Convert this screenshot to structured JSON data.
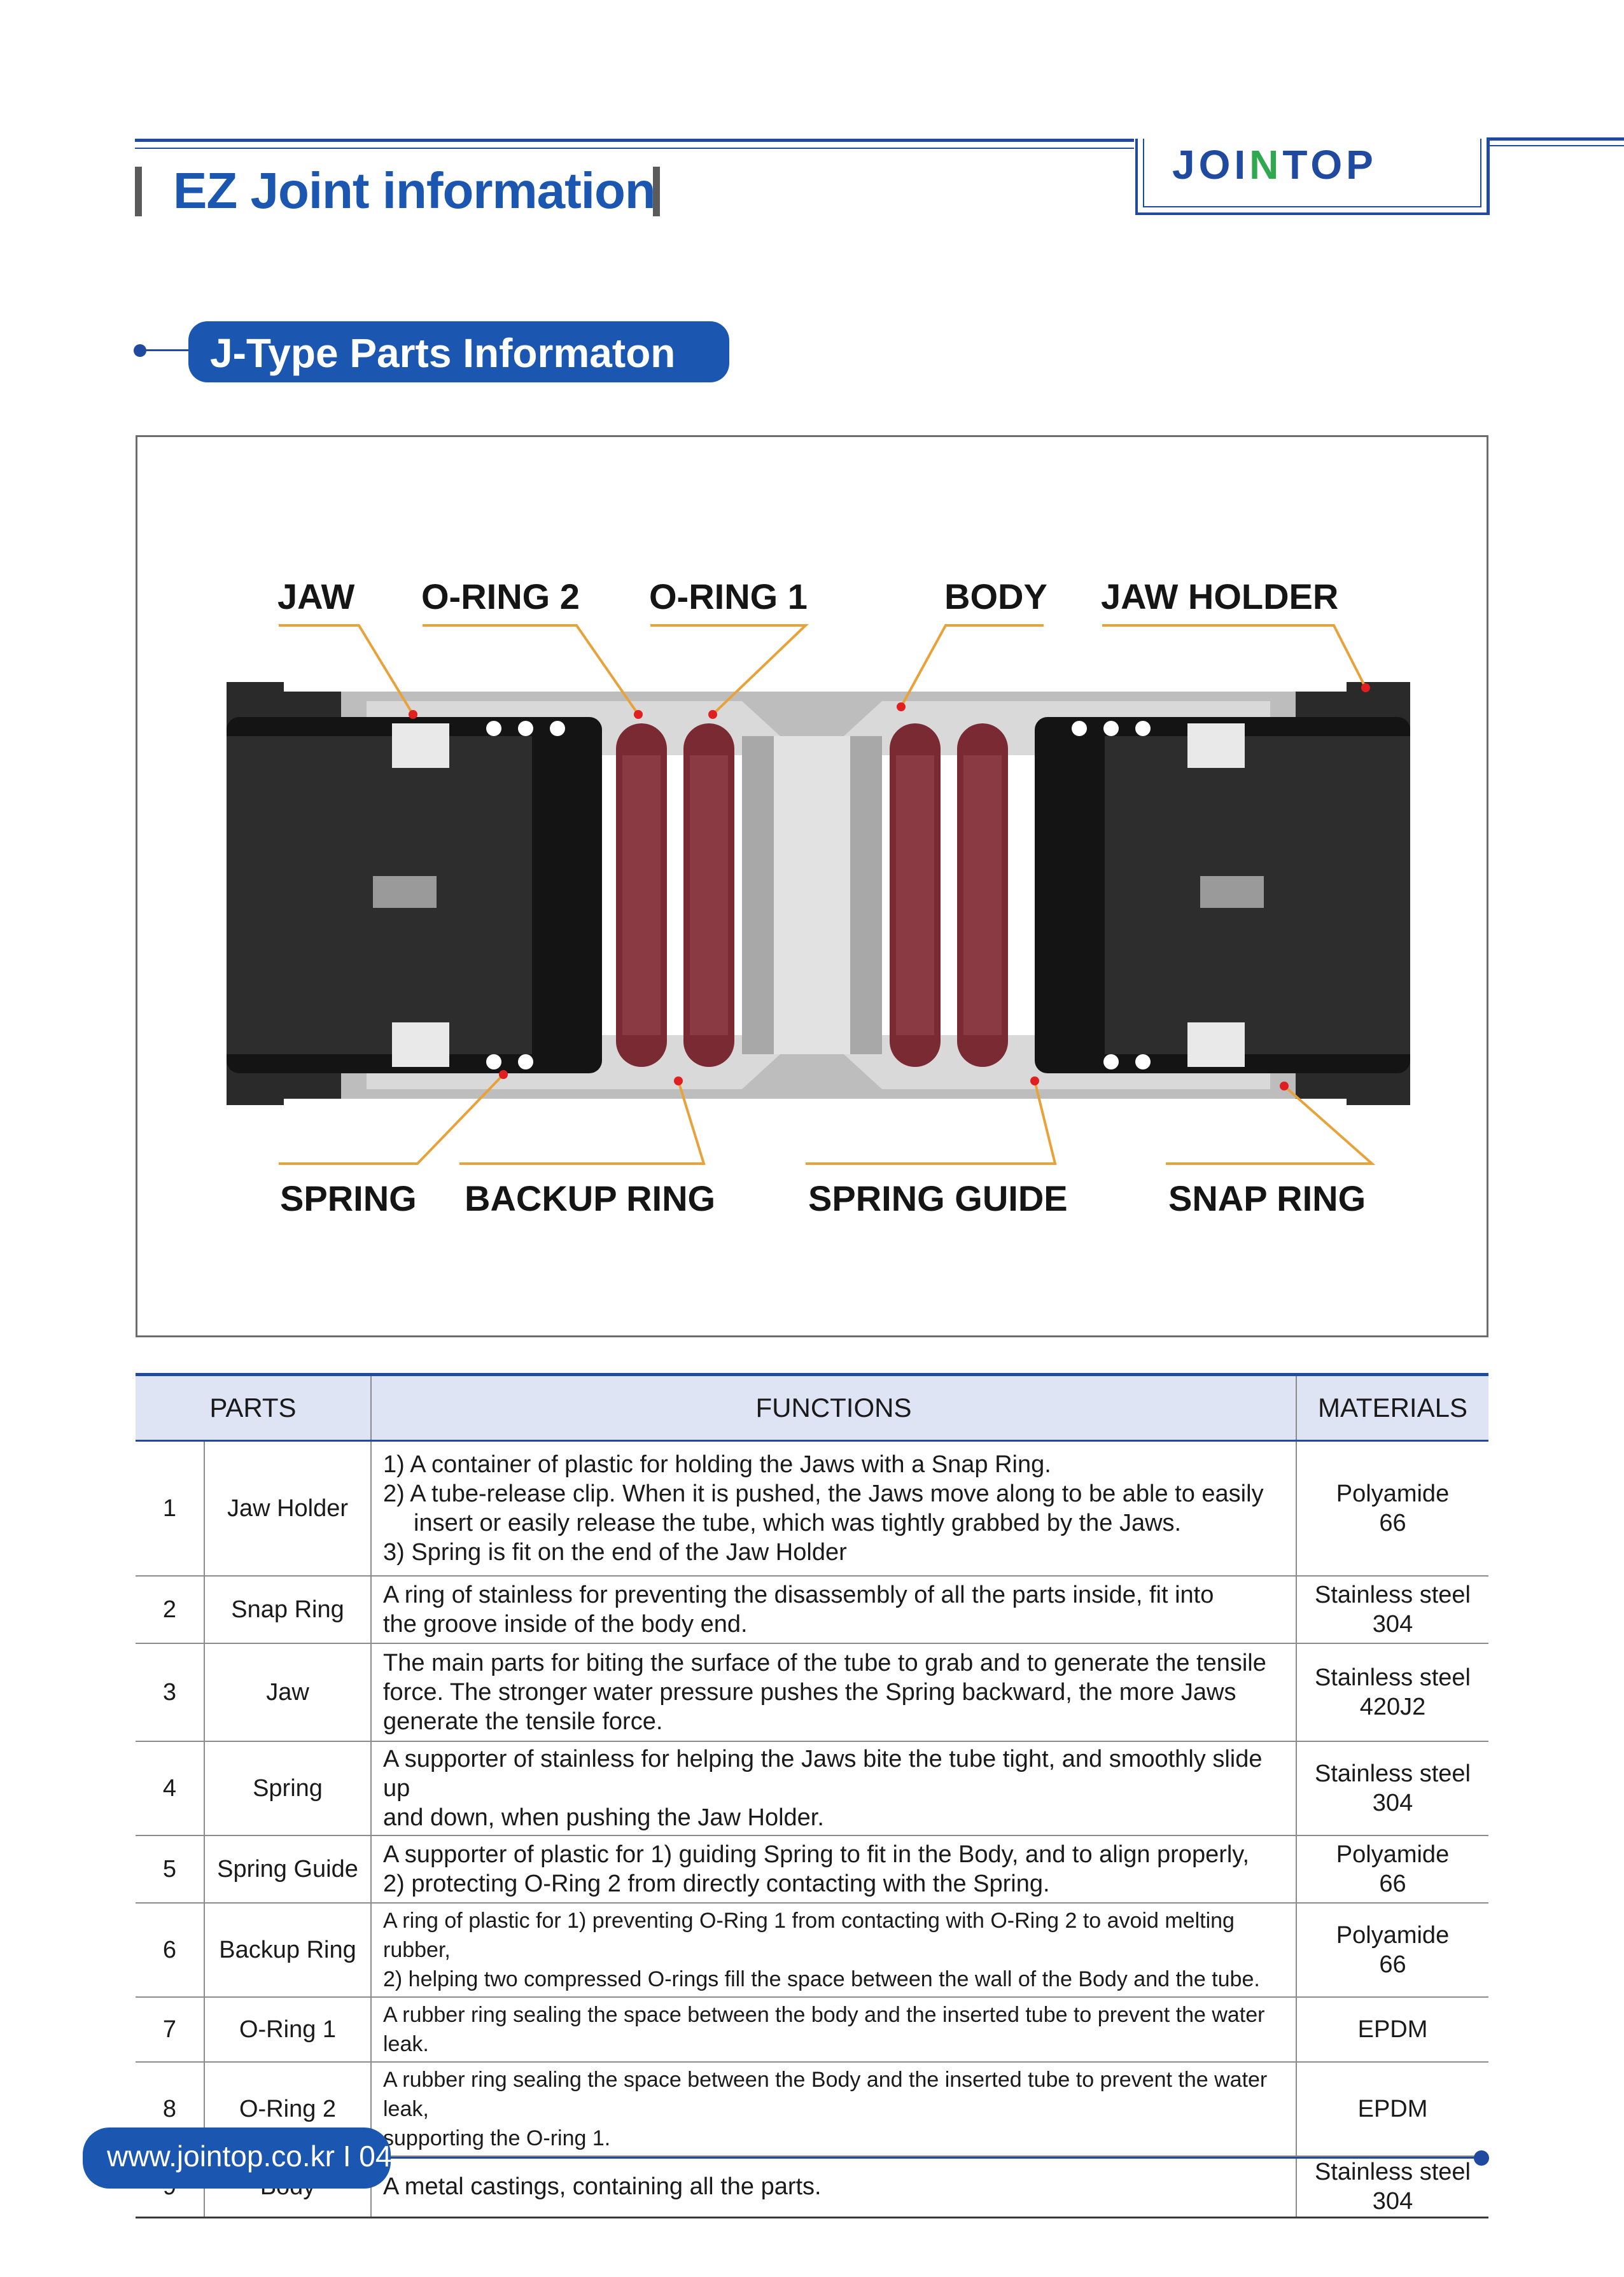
{
  "header": {
    "title": "EZ Joint information",
    "logo_pre": "JOI",
    "logo_mid": "N",
    "logo_post": "TOP"
  },
  "section": {
    "title": "J-Type Parts Informaton"
  },
  "diagram": {
    "labels_top": {
      "jaw": "JAW",
      "oring2": "O-RING 2",
      "oring1": "O-RING 1",
      "body": "BODY",
      "jaw_holder": "JAW HOLDER"
    },
    "labels_bottom": {
      "spring": "SPRING",
      "backup_ring": "BACKUP RING",
      "spring_guide": "SPRING GUIDE",
      "snap_ring": "SNAP RING"
    },
    "colors": {
      "leader": "#e8a23a",
      "oring": "#7a2a33",
      "marker": "#e02020",
      "pipe": "#1a1a1a",
      "body": "#c9c9c9"
    }
  },
  "table": {
    "headers": [
      "PARTS",
      "FUNCTIONS",
      "MATERIALS"
    ],
    "rows": [
      {
        "no": "1",
        "part": "Jaw Holder",
        "functions": [
          "1) A container of plastic for holding the Jaws with a Snap Ring.",
          "2) A tube-release clip. When it is pushed, the Jaws move along to be able to easily",
          "insert or easily release the tube, which was tightly grabbed by the Jaws.",
          "3) Spring is fit on the end of the Jaw Holder"
        ],
        "material": [
          "Polyamide",
          "66"
        ]
      },
      {
        "no": "2",
        "part": "Snap Ring",
        "functions": [
          "A ring of stainless for preventing the disassembly of all the parts inside, fit into",
          "the groove inside of the body end."
        ],
        "material": [
          "Stainless steel",
          "304"
        ]
      },
      {
        "no": "3",
        "part": "Jaw",
        "functions": [
          "The main parts for biting the surface of the tube to grab and to generate the tensile",
          "force. The stronger water pressure pushes the Spring backward, the more Jaws",
          "generate the tensile force."
        ],
        "material": [
          "Stainless steel",
          "420J2"
        ]
      },
      {
        "no": "4",
        "part": "Spring",
        "functions": [
          "A supporter of stainless for helping the Jaws bite the tube tight, and smoothly slide up",
          "and down, when pushing the Jaw Holder."
        ],
        "material": [
          "Stainless steel",
          "304"
        ]
      },
      {
        "no": "5",
        "part": "Spring Guide",
        "functions": [
          "A supporter of plastic for 1) guiding Spring to fit in the Body, and to align properly,",
          "2) protecting O-Ring 2 from directly contacting with the Spring."
        ],
        "material": [
          "Polyamide",
          "66"
        ]
      },
      {
        "no": "6",
        "part": "Backup Ring",
        "functions": [
          "A ring of plastic for 1) preventing O-Ring 1 from contacting with O-Ring 2 to avoid melting rubber,",
          "2) helping two compressed O-rings fill the space between the wall of the Body and the tube."
        ],
        "material": [
          "Polyamide",
          "66"
        ]
      },
      {
        "no": "7",
        "part": "O-Ring 1",
        "functions": [
          "A rubber ring sealing the space between the body and the inserted tube to prevent the water leak."
        ],
        "material": [
          "EPDM"
        ]
      },
      {
        "no": "8",
        "part": "O-Ring 2",
        "functions": [
          "A rubber ring sealing the space between the Body and the inserted tube to prevent the water leak,",
          "supporting the O-ring 1."
        ],
        "material": [
          "EPDM"
        ]
      },
      {
        "no": "9",
        "part": "Body",
        "functions": [
          "A metal castings, containing all the parts."
        ],
        "material": [
          "Stainless steel",
          "304"
        ]
      }
    ]
  },
  "footer": {
    "url": "www.jointop.co.kr",
    "separator": "I",
    "page": "04"
  }
}
